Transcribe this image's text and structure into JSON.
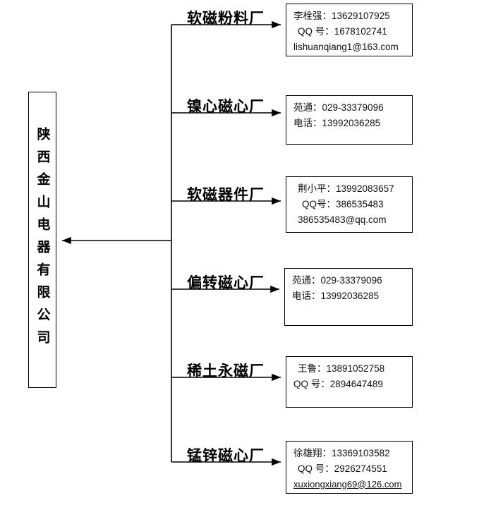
{
  "diagram": {
    "type": "organization-tree",
    "orientation": "horizontal",
    "root": {
      "name": "陕西金山电器有限公司",
      "text_direction": "vertical"
    },
    "branches": [
      {
        "label": "软磁粉料厂",
        "contact": {
          "line1": "李栓强：13629107925",
          "line2": "QQ 号：1678102741",
          "line3": "lishuanqiang1@163.com"
        }
      },
      {
        "label": "镍心磁心厂",
        "contact": {
          "line1": "苑通：029-33379096",
          "line2": "电话：13992036285",
          "line3": ""
        }
      },
      {
        "label": "软磁器件厂",
        "contact": {
          "line1": "荆小平：13992083657",
          "line2": "QQ号：386535483",
          "line3": "386535483@qq.com"
        }
      },
      {
        "label": "偏转磁心厂",
        "contact": {
          "line1": "苑通：029-33379096",
          "line2": "电话：13992036285",
          "line3": ""
        }
      },
      {
        "label": "稀土永磁厂",
        "contact": {
          "line1": "王鲁：13891052758",
          "line2": "QQ 号：2894647489",
          "line3": ""
        }
      },
      {
        "label": "锰锌磁心厂",
        "contact": {
          "line1": "徐雄翔：13369103582",
          "line2": "QQ 号：2926274551",
          "line3": "xuxiongxiang69@126.com"
        }
      }
    ],
    "colors": {
      "line": "#000000",
      "background": "#ffffff",
      "text": "#000000"
    }
  }
}
